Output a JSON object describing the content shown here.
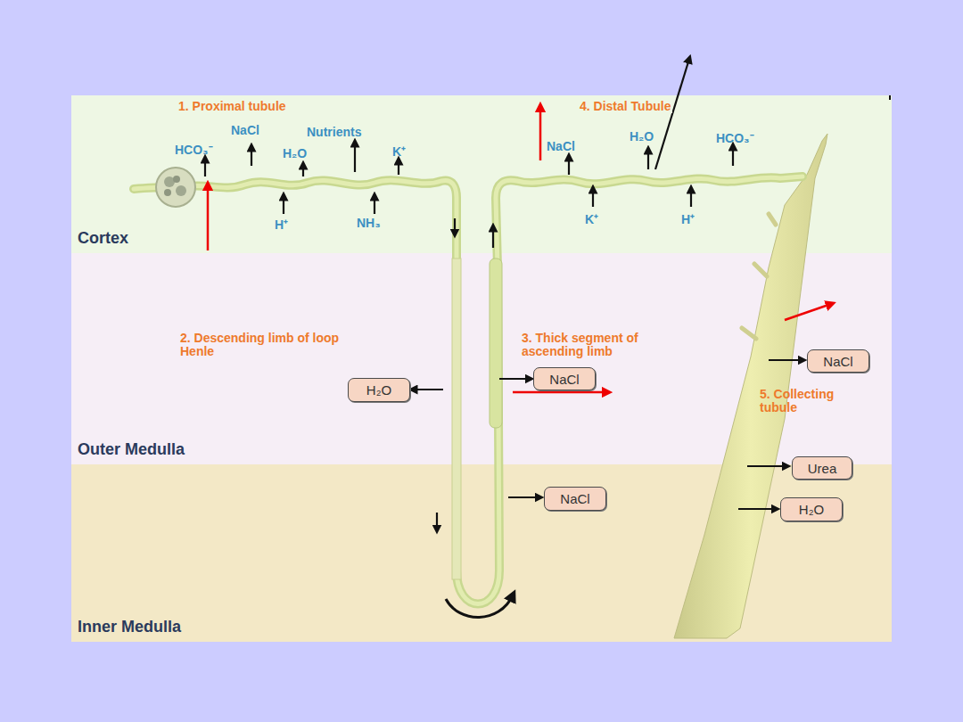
{
  "diagram": {
    "nodes": [
      {
        "text": [
          "Cortex"
        ]
      },
      {
        "text": [
          "Outer Medulla"
        ]
      },
      {
        "text": [
          "H₂O"
        ],
        "in": 1
      },
      {
        "text": [
          "NaCl"
        ],
        "in": 1
      },
      {
        "text": [
          "NaCl"
        ],
        "in": 1
      },
      {
        "text": [
          "Inner Medulla"
        ]
      },
      {
        "text": [
          "Urea"
        ],
        "in": 5
      },
      {
        "text": [
          "NaCl"
        ],
        "in": 5
      },
      {
        "text": [
          "H₂O"
        ],
        "in": 5
      }
    ],
    "labels": [
      "1. Proximal tubule",
      "NaCl",
      "Nutrients",
      "HCO₃⁻",
      "H₂O",
      "K⁺",
      "H⁺",
      "NH₃",
      "4. Distal Tubule",
      "NaCl",
      "H₂O",
      "HCO₃⁻",
      "K⁺",
      "H⁺",
      "2. Descending limb of loop Henle",
      "3. Thick segment of ascending limb",
      "5. Collecting tubule"
    ]
  }
}
